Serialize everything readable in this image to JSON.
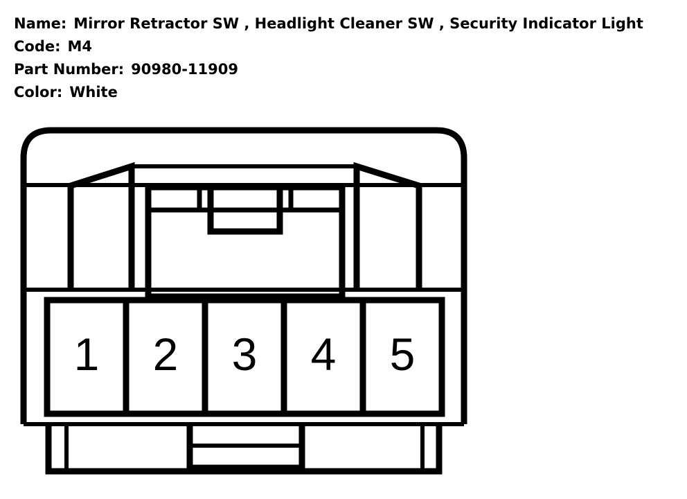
{
  "connector": {
    "name_label": "Name:",
    "name_value": "Mirror Retractor SW , Headlight Cleaner SW , Security Indicator Light",
    "code_label": "Code:",
    "code_value": "M4",
    "part_label": "Part Number:",
    "part_value": "90980-11909",
    "color_label": "Color:",
    "color_value": "White"
  },
  "pins": [
    "1",
    "2",
    "3",
    "4",
    "5"
  ],
  "colors": {
    "line": "#000000",
    "background": "#ffffff"
  }
}
